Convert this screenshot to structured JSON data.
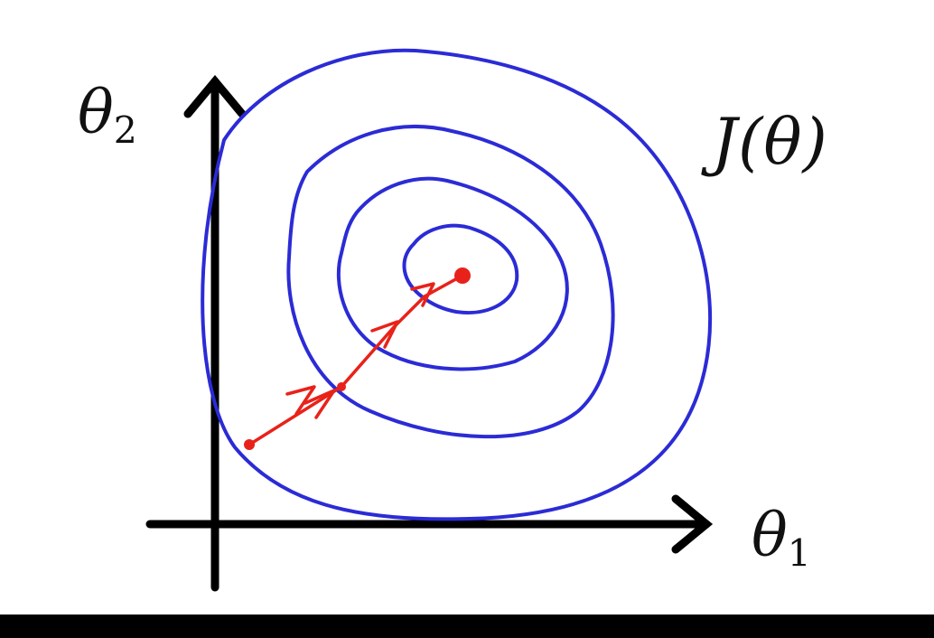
{
  "diagram": {
    "axes": {
      "y_label_base": "θ",
      "y_label_sub": "2",
      "x_label_base": "θ",
      "x_label_sub": "1"
    },
    "function_label": "J(θ)",
    "colors": {
      "contour": "#2b2bd6",
      "path": "#e8221a",
      "axis": "#000000"
    }
  }
}
